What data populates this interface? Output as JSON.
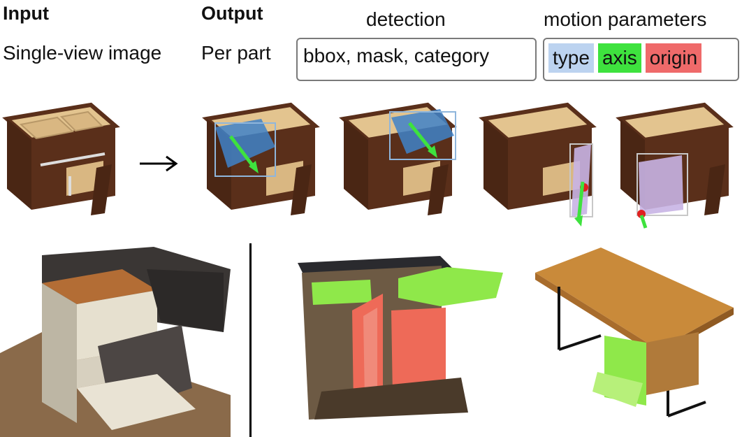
{
  "header": {
    "input_title": "Input",
    "output_title": "Output",
    "input_desc": "Single-view image",
    "output_desc": "Per part",
    "detection_title": "detection",
    "detection_items": "bbox, mask, category",
    "motion_title": "motion parameters",
    "motion_chips": [
      {
        "label": "type",
        "color": "#bcd3f0"
      },
      {
        "label": "axis",
        "color": "#3ee23e"
      },
      {
        "label": "origin",
        "color": "#ef6a6a"
      }
    ]
  },
  "colors": {
    "cabinet_wood": "#5a2f1a",
    "cabinet_top": "#e3c48f",
    "cabinet_inner": "#d9b782",
    "drawer_mask": "#3f83c9",
    "door_mask": "#c8b4e4",
    "axis_arrow": "#3ee23e",
    "origin_point": "#e02020",
    "part_green": "#8fe84a",
    "part_red": "#ee6a58",
    "desk_wood": "#c98a3a"
  },
  "icons": {
    "flow_arrow": "right-arrow-icon"
  }
}
